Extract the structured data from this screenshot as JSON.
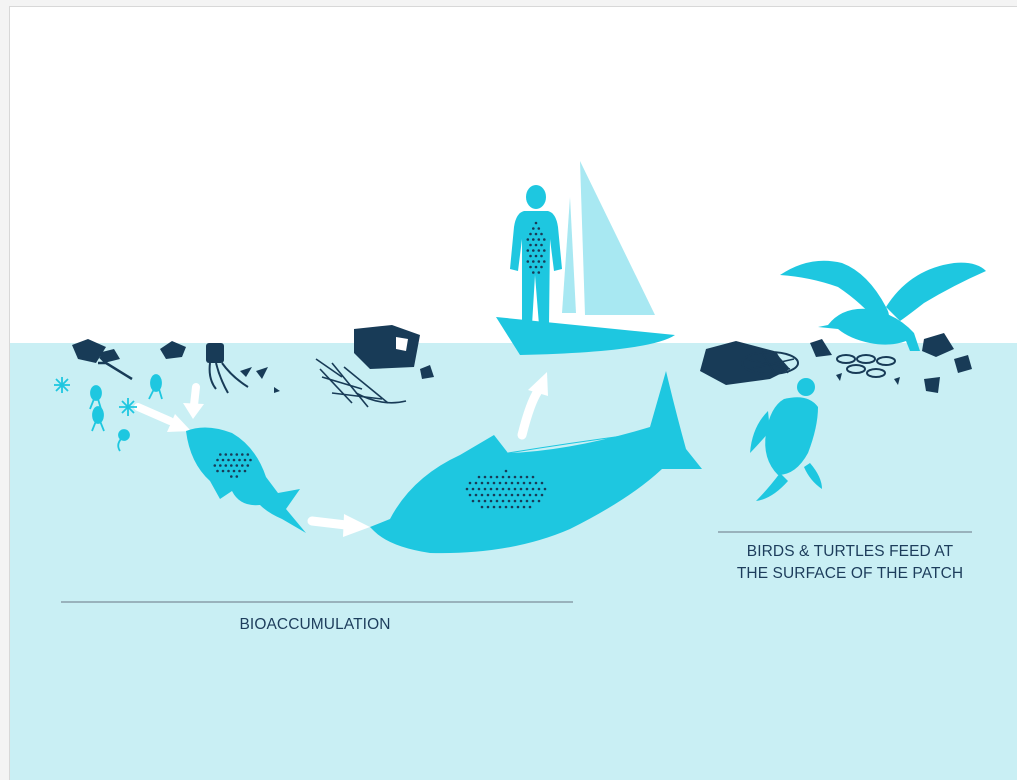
{
  "captions": {
    "bioaccumulation": "BIOACCUMULATION",
    "birds_turtles_line1": "BIRDS & TURTLES FEED AT",
    "birds_turtles_line2": "THE SURFACE OF THE PATCH"
  },
  "colors": {
    "sky": "#ffffff",
    "water": "#c9eff4",
    "creature": "#1ec7e0",
    "debris": "#183b57",
    "sail_light": "#a8e8f2",
    "arrow": "#ffffff",
    "caption_text": "#1d3d5c"
  }
}
